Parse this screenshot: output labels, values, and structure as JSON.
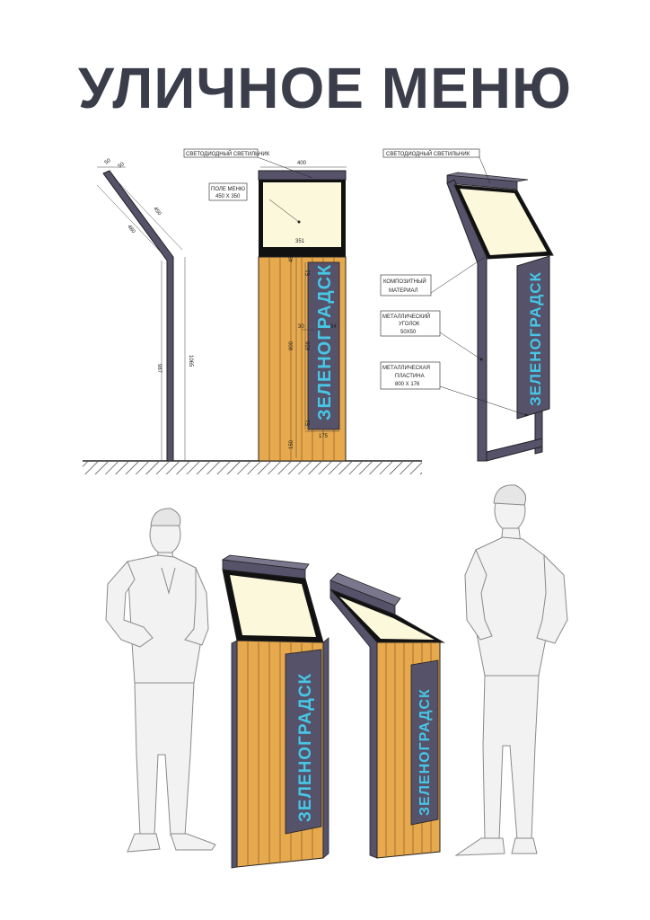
{
  "title": "УЛИЧНОЕ МЕНЮ",
  "labels": {
    "led_lamp_front": "СВЕТОДИОДНЫЙ СВЕТИЛЬНИК",
    "led_lamp_side": "СВЕТОДИОДНЫЙ СВЕТИЛЬНИК",
    "menu_field_1": "ПОЛЕ МЕНЮ",
    "menu_field_2": "450 Х 350",
    "composite_1": "КОМПОЗИТНЫЙ",
    "composite_2": "МАТЕРИАЛ",
    "angle_1": "МЕТАЛЛИЧЕСКИЙ",
    "angle_2": "УГОЛОК",
    "angle_3": "50Х50",
    "plate_1": "МЕТАЛЛИЧЕСКАЯ",
    "plate_2": "ПЛАСТИНА",
    "plate_3": "800 Х 176"
  },
  "sign_text": "ЗЕЛЕНОГРАДСК",
  "dimensions": {
    "side_top_a": "50",
    "side_top_b": "50",
    "side_slope_outer": "450",
    "side_slope_inner": "480",
    "side_height_inner": "987",
    "side_height_outer": "1065",
    "front_width": "400",
    "front_inner_width": "351",
    "front_45": "45",
    "front_51_top": "51",
    "front_30": "30",
    "front_84": "84",
    "front_800": "800",
    "front_698": "698",
    "front_51_bottom": "51",
    "front_150": "150",
    "front_175": "175"
  },
  "colors": {
    "title": "#3b3d4a",
    "wood": "#e6a94e",
    "wood_line": "#8a5a1e",
    "metal": "#55526a",
    "panel": "#fcf8dc",
    "sign_text": "#47c6e6"
  }
}
